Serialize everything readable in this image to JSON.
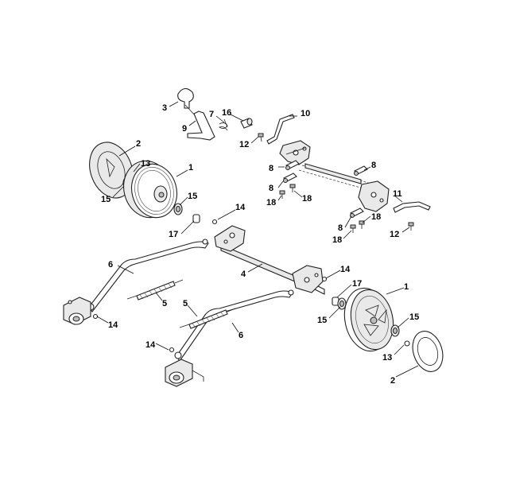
{
  "callouts": [
    {
      "id": "c3",
      "text": "3"
    },
    {
      "id": "c7",
      "text": "7"
    },
    {
      "id": "c16",
      "text": "16"
    },
    {
      "id": "c10",
      "text": "10"
    },
    {
      "id": "c9",
      "text": "9"
    },
    {
      "id": "c12a",
      "text": "12"
    },
    {
      "id": "c2a",
      "text": "2"
    },
    {
      "id": "c13a",
      "text": "13"
    },
    {
      "id": "c1a",
      "text": "1"
    },
    {
      "id": "c15a",
      "text": "15"
    },
    {
      "id": "c15b",
      "text": "15"
    },
    {
      "id": "c8a",
      "text": "8"
    },
    {
      "id": "c8b",
      "text": "8"
    },
    {
      "id": "c8c",
      "text": "8"
    },
    {
      "id": "c18a",
      "text": "18"
    },
    {
      "id": "c18b",
      "text": "18"
    },
    {
      "id": "c11",
      "text": "11"
    },
    {
      "id": "c14a",
      "text": "14"
    },
    {
      "id": "c17a",
      "text": "17"
    },
    {
      "id": "c8d",
      "text": "8"
    },
    {
      "id": "c18c",
      "text": "18"
    },
    {
      "id": "c18d",
      "text": "18"
    },
    {
      "id": "c12b",
      "text": "12"
    },
    {
      "id": "c6a",
      "text": "6"
    },
    {
      "id": "c4",
      "text": "4"
    },
    {
      "id": "c14b",
      "text": "14"
    },
    {
      "id": "c5a",
      "text": "5"
    },
    {
      "id": "c5b",
      "text": "5"
    },
    {
      "id": "c17b",
      "text": "17"
    },
    {
      "id": "c1b",
      "text": "1"
    },
    {
      "id": "c14c",
      "text": "14"
    },
    {
      "id": "c15c",
      "text": "15"
    },
    {
      "id": "c15d",
      "text": "15"
    },
    {
      "id": "c6b",
      "text": "6"
    },
    {
      "id": "c14d",
      "text": "14"
    },
    {
      "id": "c13b",
      "text": "13"
    },
    {
      "id": "c2b",
      "text": "2"
    }
  ]
}
